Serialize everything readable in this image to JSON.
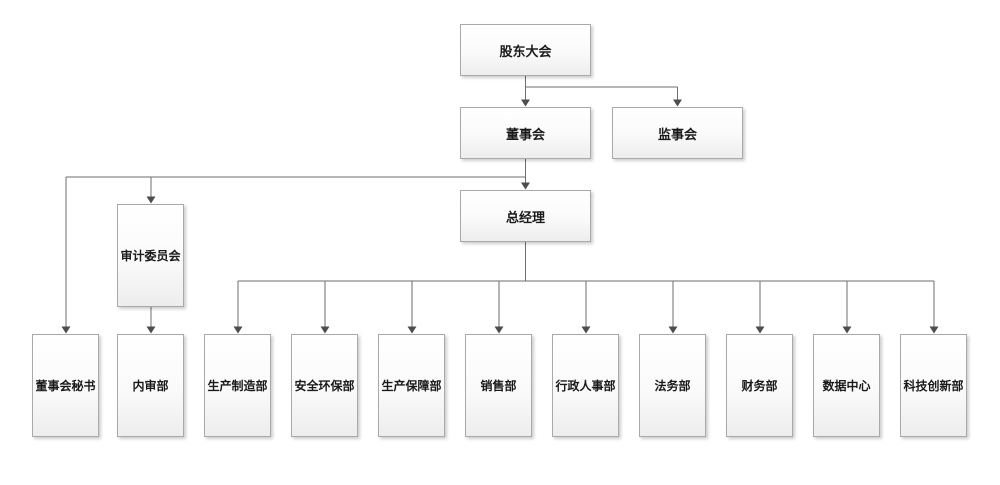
{
  "org": {
    "nodes": {
      "shareholders": {
        "label": "股东大会"
      },
      "board": {
        "label": "董事会"
      },
      "supervisory": {
        "label": "监事会"
      },
      "general_manager": {
        "label": "总经理"
      },
      "audit_committee": {
        "label": "审计委员会"
      }
    },
    "departments": [
      {
        "label": "董事会秘书"
      },
      {
        "label": "内审部"
      },
      {
        "label": "生产制造部"
      },
      {
        "label": "安全环保部"
      },
      {
        "label": "生产保障部"
      },
      {
        "label": "销售部"
      },
      {
        "label": "行政人事部"
      },
      {
        "label": "法务部"
      },
      {
        "label": "财务部"
      },
      {
        "label": "数据中心"
      },
      {
        "label": "科技创新部"
      }
    ],
    "edges": [
      {
        "from": "股东大会",
        "to": "董事会"
      },
      {
        "from": "股东大会",
        "to": "监事会"
      },
      {
        "from": "董事会",
        "to": "总经理"
      },
      {
        "from": "董事会",
        "to": "审计委员会"
      },
      {
        "from": "董事会",
        "to": "董事会秘书"
      },
      {
        "from": "审计委员会",
        "to": "内审部"
      },
      {
        "from": "总经理",
        "to": "生产制造部"
      },
      {
        "from": "总经理",
        "to": "安全环保部"
      },
      {
        "from": "总经理",
        "to": "生产保障部"
      },
      {
        "from": "总经理",
        "to": "销售部"
      },
      {
        "from": "总经理",
        "to": "行政人事部"
      },
      {
        "from": "总经理",
        "to": "法务部"
      },
      {
        "from": "总经理",
        "to": "财务部"
      },
      {
        "from": "总经理",
        "to": "数据中心"
      },
      {
        "from": "总经理",
        "to": "科技创新部"
      }
    ],
    "colors": {
      "background": "#ffffff",
      "line": "#6e6e6e",
      "arrowhead": "#4d4d4d",
      "box_border": "#a9a9a9",
      "box_fill_top": "#ffffff",
      "box_fill_bottom": "#ededed",
      "text": "#1a1a1a"
    }
  }
}
